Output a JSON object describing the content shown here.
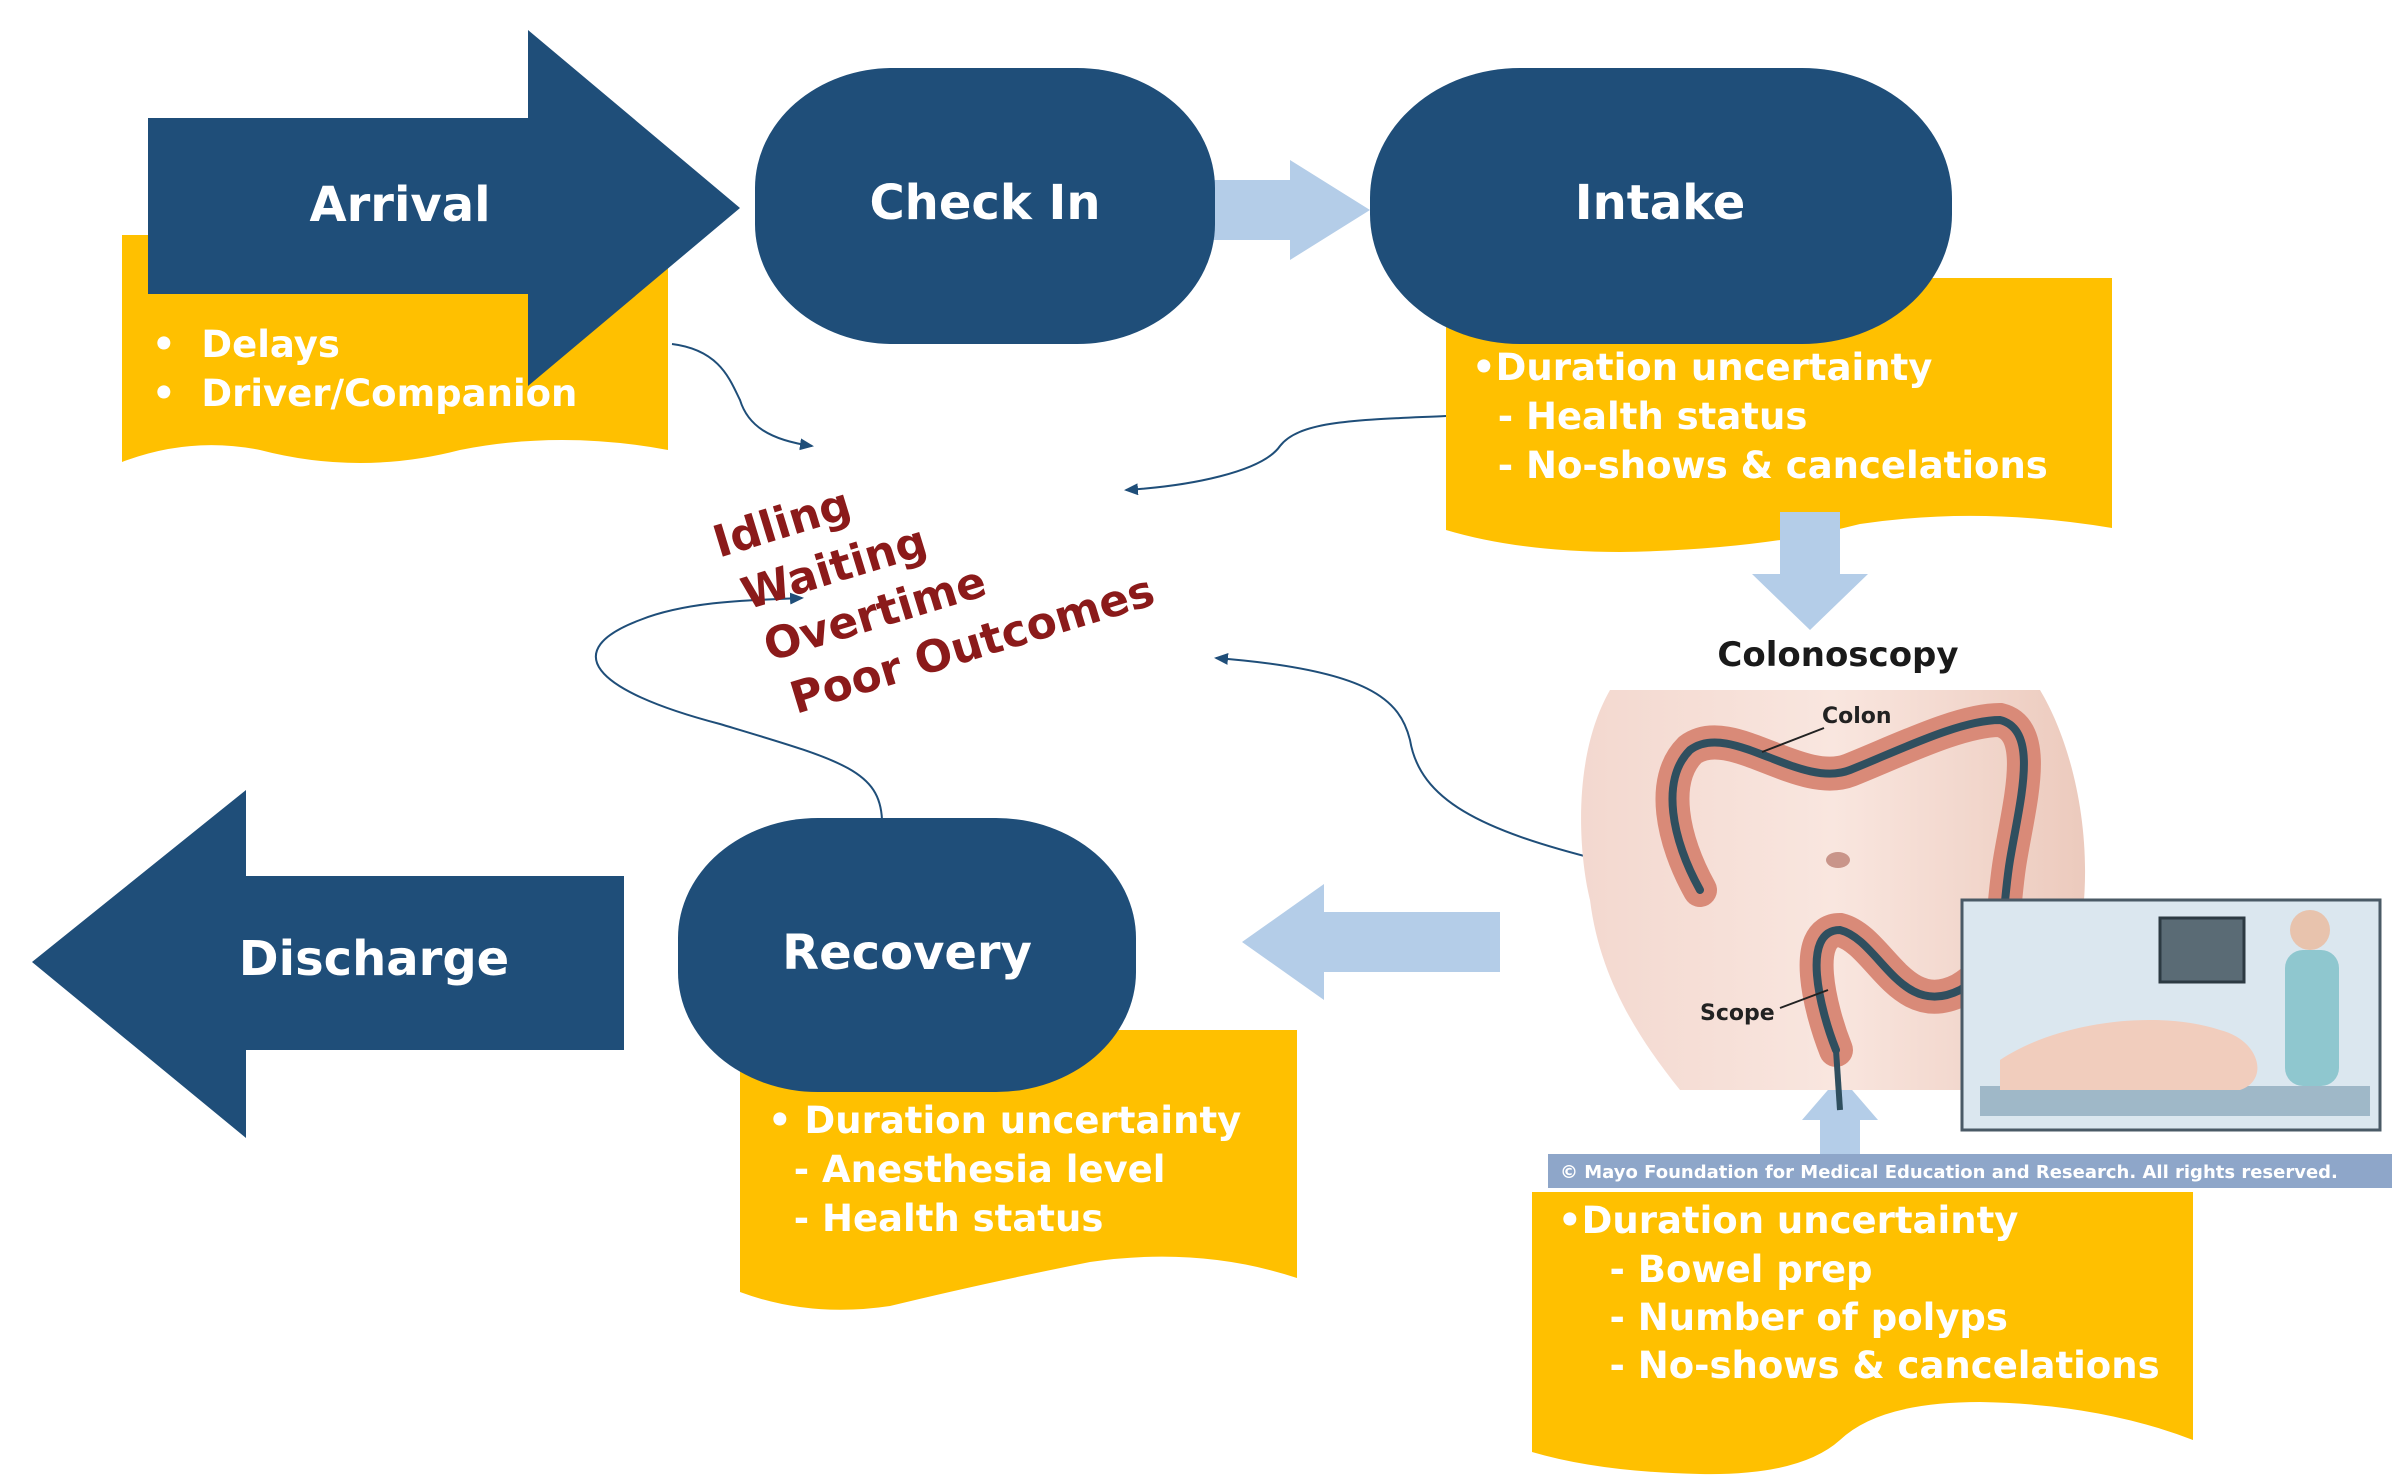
{
  "stages": {
    "arrival": "Arrival",
    "check_in": "Check In",
    "intake": "Intake",
    "recovery": "Recovery",
    "discharge": "Discharge"
  },
  "notes": {
    "arrival": [
      "•  Delays",
      "•  Driver/Companion"
    ],
    "intake": [
      "•Duration uncertainty",
      "  - Health status",
      "  - No-shows & cancelations"
    ],
    "recovery": [
      "• Duration uncertainty",
      "  - Anesthesia level",
      "  - Health status"
    ],
    "colonoscopy": [
      "•Duration uncertainty",
      "    - Bowel prep",
      "    - Number of polyps",
      "    - No-shows & cancelations"
    ]
  },
  "outcomes": [
    "Idling",
    "Waiting",
    "Overtime",
    "Poor Outcomes"
  ],
  "illustration": {
    "title": "Colonoscopy",
    "label_colon": "Colon",
    "label_scope": "Scope",
    "credit": "© Mayo Foundation for Medical Education and Research.  All rights reserved."
  },
  "colors": {
    "stage": "#1f4e79",
    "note": "#ffc000",
    "flow_arrow": "#b4cde8",
    "outcome_text": "#8b1a1a",
    "connector": "#1f4e79"
  }
}
